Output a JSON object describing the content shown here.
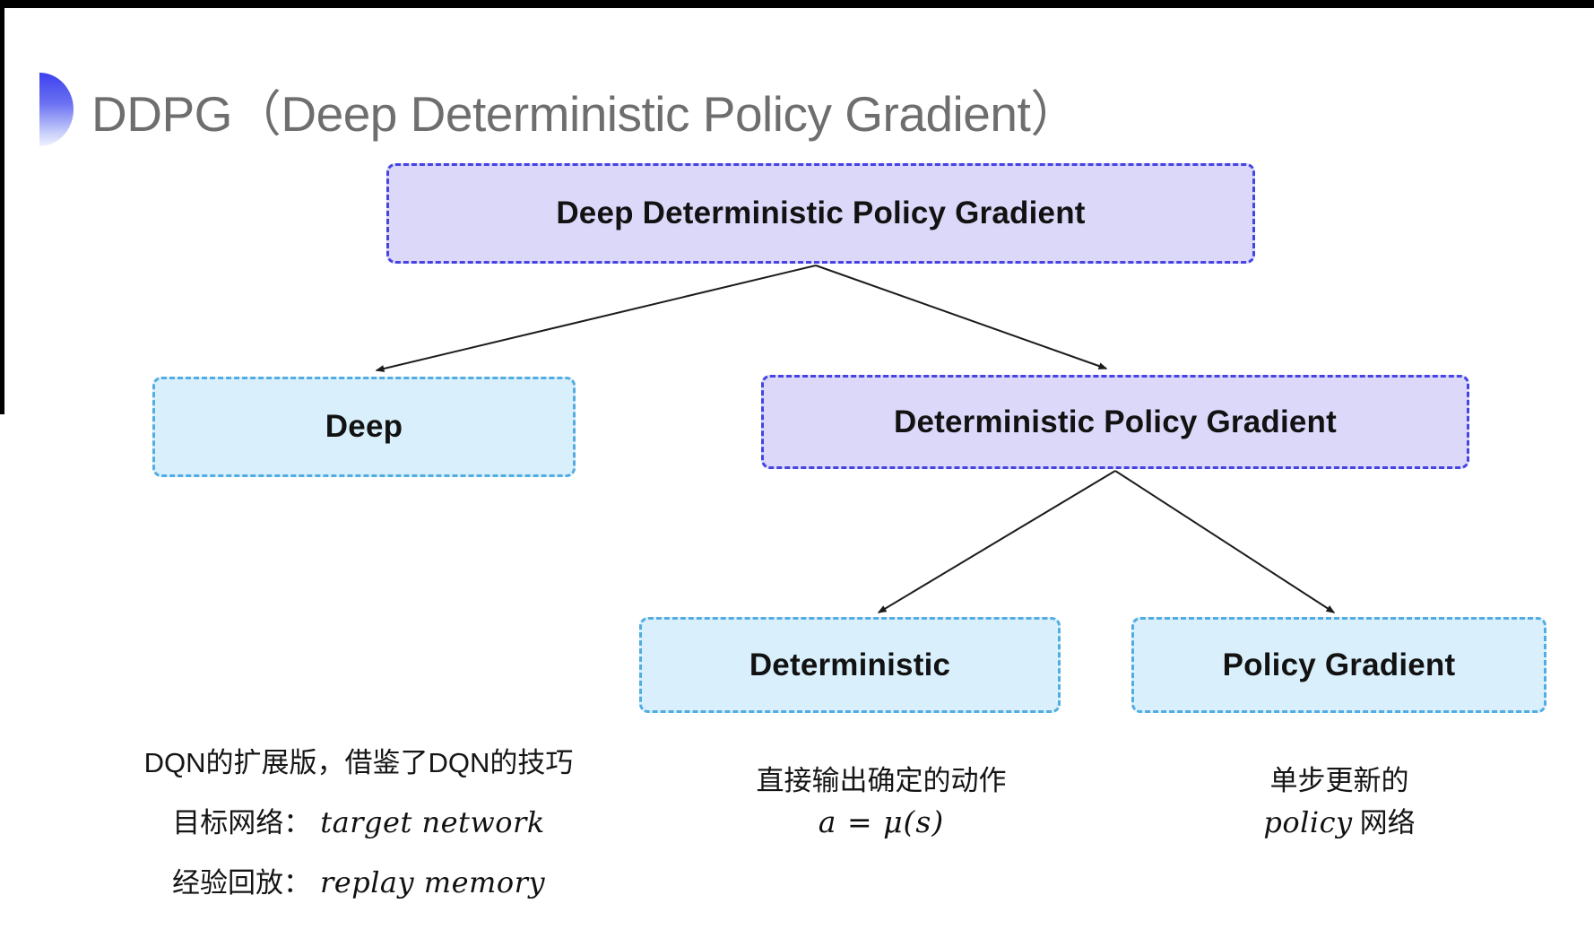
{
  "title": {
    "text": "DDPG（Deep Deterministic Policy Gradient）",
    "bullet_icon": "half-disc-blue-gradient"
  },
  "tree": {
    "root": {
      "label": "Deep Deterministic Policy Gradient",
      "variant": "purple"
    },
    "deep": {
      "label": "Deep",
      "variant": "cyan"
    },
    "dpg": {
      "label": "Deterministic Policy Gradient",
      "variant": "purple"
    },
    "deterministic": {
      "label": "Deterministic",
      "variant": "cyan"
    },
    "policy_gradient": {
      "label": "Policy Gradient",
      "variant": "cyan"
    },
    "edges": [
      {
        "from": "root",
        "to": "deep"
      },
      {
        "from": "root",
        "to": "dpg"
      },
      {
        "from": "dpg",
        "to": "deterministic"
      },
      {
        "from": "dpg",
        "to": "policy_gradient"
      }
    ]
  },
  "notes": {
    "deep": {
      "line1": "DQN的扩展版，借鉴了DQN的技巧",
      "line2_label": "目标网络：",
      "line2_term": "target network",
      "line3_label": "经验回放：",
      "line3_term": "replay memory"
    },
    "deterministic": {
      "line1": "直接输出确定的动作",
      "formula": "a = μ(s)"
    },
    "policy_gradient": {
      "line1": "单步更新的",
      "line2_term": "policy",
      "line2_suffix": "网络"
    }
  },
  "colors": {
    "purple_fill": "#dcd8f9",
    "purple_border": "#4544e3",
    "cyan_fill": "#d9f0fc",
    "cyan_border": "#52ace2",
    "title_gray": "#6e6e6e",
    "text_black": "#121212",
    "arrow_black": "#1c1c1c",
    "bullet_top": "#3c40ee",
    "bullet_bottom": "#f0f2fe"
  }
}
